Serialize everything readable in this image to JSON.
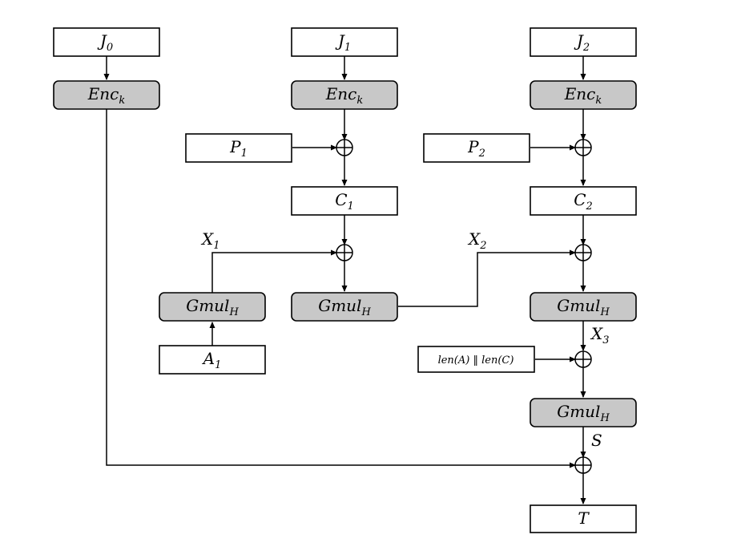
{
  "colors": {
    "block_gray": "#c8c8c8",
    "block_white": "#ffffff",
    "line": "#000000"
  },
  "nodes": {
    "j0": {
      "base": "J",
      "sub": "0"
    },
    "j1": {
      "base": "J",
      "sub": "1"
    },
    "j2": {
      "base": "J",
      "sub": "2"
    },
    "enc0": {
      "base": "Enc",
      "sub": "k"
    },
    "enc1": {
      "base": "Enc",
      "sub": "k"
    },
    "enc2": {
      "base": "Enc",
      "sub": "k"
    },
    "p1": {
      "base": "P",
      "sub": "1"
    },
    "p2": {
      "base": "P",
      "sub": "2"
    },
    "c1": {
      "base": "C",
      "sub": "1"
    },
    "c2": {
      "base": "C",
      "sub": "2"
    },
    "gmul_a": {
      "base": "Gmul",
      "sub": "H"
    },
    "gmul_1": {
      "base": "Gmul",
      "sub": "H"
    },
    "gmul_2": {
      "base": "Gmul",
      "sub": "H"
    },
    "gmul_3": {
      "base": "Gmul",
      "sub": "H"
    },
    "a1": {
      "base": "A",
      "sub": "1"
    },
    "lens": {
      "text": "len(A) ‖ len(C)"
    },
    "t": {
      "base": "T",
      "sub": ""
    }
  },
  "edge_labels": {
    "x1": {
      "base": "X",
      "sub": "1"
    },
    "x2": {
      "base": "X",
      "sub": "2"
    },
    "x3": {
      "base": "X",
      "sub": "3"
    },
    "s": {
      "base": "S",
      "sub": ""
    }
  }
}
